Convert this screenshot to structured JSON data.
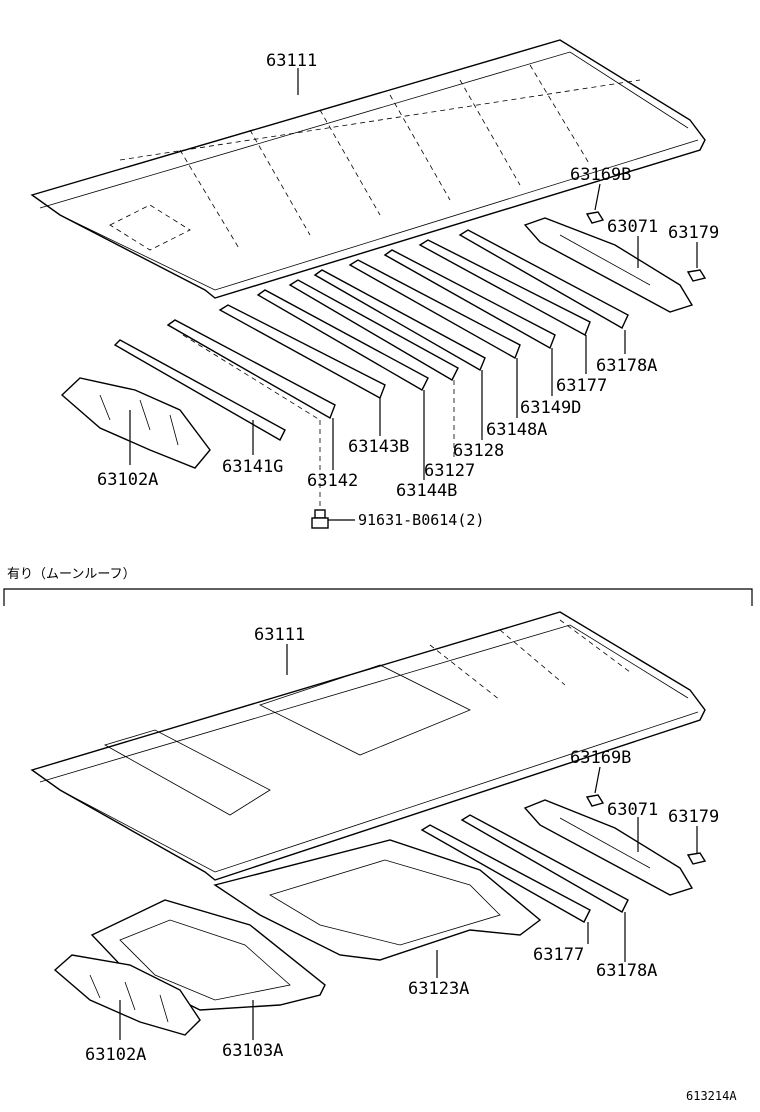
{
  "upper": {
    "labels": {
      "p63111": "63111",
      "p63169B": "63169B",
      "p63071": "63071",
      "p63179": "63179",
      "p63178A": "63178A",
      "p63177": "63177",
      "p63149D": "63149D",
      "p63148A": "63148A",
      "p63128": "63128",
      "p63127": "63127",
      "p63144B": "63144B",
      "p63143B": "63143B",
      "p63142": "63142",
      "p63141G": "63141G",
      "p63102A": "63102A",
      "bolt": "91631-B0614(2)"
    }
  },
  "section_header": "有り（ムーンルーフ）",
  "lower": {
    "labels": {
      "p63111": "63111",
      "p63169B": "63169B",
      "p63071": "63071",
      "p63179": "63179",
      "p63177": "63177",
      "p63178A": "63178A",
      "p63123A": "63123A",
      "p63103A": "63103A",
      "p63102A": "63102A"
    }
  },
  "figure_id": "613214A"
}
